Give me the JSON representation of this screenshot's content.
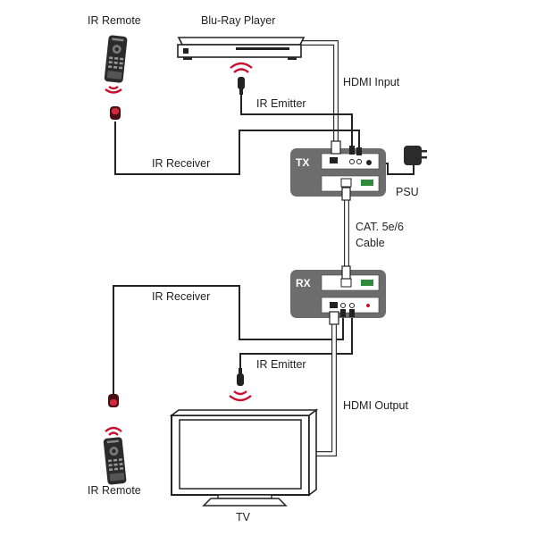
{
  "labels": {
    "ir_remote_top": "IR Remote",
    "bluray_player": "Blu-Ray Player",
    "hdmi_input": "HDMI Input",
    "ir_emitter_top": "IR Emitter",
    "ir_receiver_top": "IR Receiver",
    "tx": "TX",
    "psu": "PSU",
    "cable_line1": "CAT. 5e/6",
    "cable_line2": "Cable",
    "rx": "RX",
    "ir_receiver_bottom": "IR Receiver",
    "ir_emitter_bottom": "IR Emitter",
    "hdmi_output": "HDMI Output",
    "ir_remote_bottom": "IR Remote",
    "tv": "TV"
  },
  "colors": {
    "device_gray": "#6d6d6d",
    "device_dark": "#3a3a3a",
    "signal_red": "#c8102e",
    "cable_gray": "#9a9a9a",
    "line": "#222222",
    "green_terminal": "#2e8b3a"
  }
}
